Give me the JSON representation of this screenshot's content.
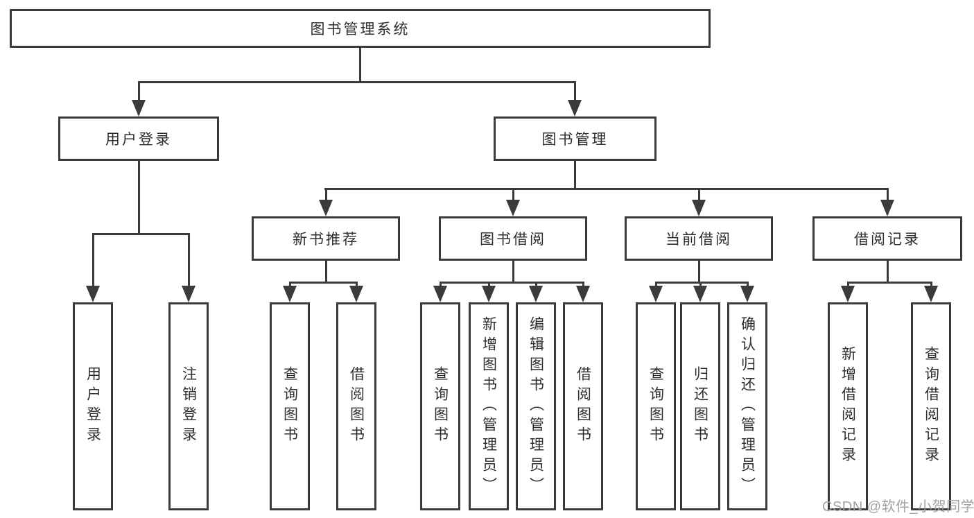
{
  "diagram": {
    "root": {
      "label": "图书管理系统"
    },
    "level2": [
      {
        "label": "用户登录"
      },
      {
        "label": "图书管理"
      }
    ],
    "level3": [
      {
        "label": "新书推荐"
      },
      {
        "label": "图书借阅"
      },
      {
        "label": "当前借阅"
      },
      {
        "label": "借阅记录"
      }
    ],
    "leaves": [
      {
        "label": "用户登录"
      },
      {
        "label": "注销登录"
      },
      {
        "label": "查询图书"
      },
      {
        "label": "借阅图书"
      },
      {
        "label": "查询图书"
      },
      {
        "label": "新增图书（管理员）"
      },
      {
        "label": "编辑图书（管理员）"
      },
      {
        "label": "借阅图书"
      },
      {
        "label": "查询图书"
      },
      {
        "label": "归还图书"
      },
      {
        "label": "确认归还（管理员）"
      },
      {
        "label": "新增借阅记录"
      },
      {
        "label": "查询借阅记录"
      }
    ],
    "colors": {
      "line": "#3b3b3b",
      "text": "#2e2e2e",
      "watermark": "#a2a2a2",
      "background": "#ffffff"
    }
  },
  "watermark": {
    "text": "CSDN @软件_小贺同学"
  }
}
